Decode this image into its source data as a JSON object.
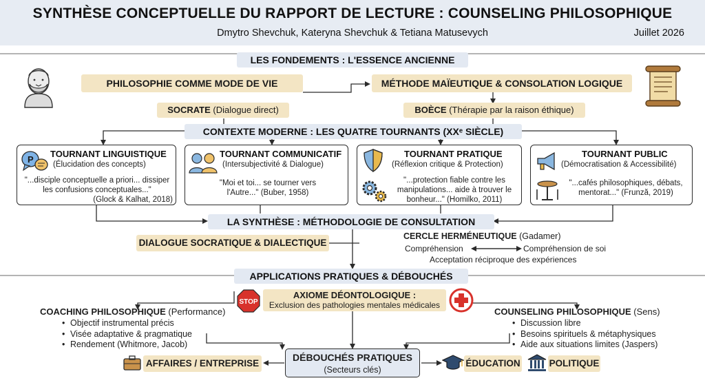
{
  "header": {
    "title": "SYNTHÈSE CONCEPTUELLE DU RAPPORT DE LECTURE : COUNSELING PHILOSOPHIQUE",
    "authors": "Dmytro Shevchuk, Kateryna Shevchuk & Tetiana Matusevych",
    "date": "Juillet 2026"
  },
  "foundations": {
    "heading": "LES FONDEMENTS : L'ESSENCE ANCIENNE",
    "way_of_life": "PHILOSOPHIE COMME MODE DE VIE",
    "maieutic": "MÉTHODE MAÏEUTIQUE & CONSOLATION LOGIQUE",
    "socrates_name": "SOCRATE",
    "socrates_note": " (Dialogue direct)",
    "boethius_name": "BOÈCE",
    "boethius_note": " (Thérapie par la raison éthique)"
  },
  "modern": {
    "heading": "CONTEXTE MODERNE : LES QUATRE TOURNANTS (XXᵉ SIÈCLE)",
    "turns": [
      {
        "title": "TOURNANT LINGUISTIQUE",
        "subtitle": "(Élucidation des concepts)",
        "quote": "\"...disciple conceptuelle a priori... dissiper les confusions conceptuales...\"",
        "cite": "(Glock & Kalhat, 2018)"
      },
      {
        "title": "TOURNANT COMMUNICATIF",
        "subtitle": "(Intersubjectivité & Dialogue)",
        "quote": "\"Moi et toi... se tourner vers l'Autre...\" (Buber, 1958)"
      },
      {
        "title": "TOURNANT PRATIQUE",
        "subtitle": "(Réflexion critique & Protection)",
        "quote": "\"...protection fiable contre les manipulations... aide à trouver le bonheur...\" (Homilko, 2011)"
      },
      {
        "title": "TOURNANT PUBLIC",
        "subtitle": "(Démocratisation & Accessibilité)",
        "quote": "\"...cafés philosophiques, débats, mentorat...\" (Frunză, 2019)"
      }
    ]
  },
  "synthesis": {
    "heading": "LA SYNTHÈSE : MÉTHODOLOGIE DE CONSULTATION",
    "dialogue": "DIALOGUE SOCRATIQUE & DIALECTIQUE",
    "circle_title": "CERCLE HERMÉNEUTIQUE",
    "circle_author": " (Gadamer)",
    "comprehension": "Compréhension",
    "self_comprehension": "Compréhension de soi",
    "acceptance": "Acceptation réciproque des expériences"
  },
  "applications": {
    "heading": "APPLICATIONS PRATIQUES & DÉBOUCHÉS",
    "axiom_title": "AXIOME DÉONTOLOGIQUE :",
    "axiom_text": "Exclusion des pathologies mentales médicales",
    "stop_sign": "STOP",
    "coaching_title": "COACHING PHILOSOPHIQUE",
    "coaching_note": " (Performance)",
    "coaching_items": [
      "Objectif instrumental précis",
      "Visée adaptative & pragmatique",
      "Rendement (Whitmore, Jacob)"
    ],
    "counseling_title": "COUNSELING PHILOSOPHIQUE",
    "counseling_note": " (Sens)",
    "counseling_items": [
      "Discussion libre",
      "Besoins spirituels & métaphysiques",
      "Aide aux situations limites (Jaspers)"
    ],
    "outlets_title": "DÉBOUCHÉS PRATIQUES",
    "outlets_sub": "(Secteurs clés)",
    "business": "AFFAIRES / ENTREPRISE",
    "education": "ÉDUCATION",
    "politics": "POLITIQUE"
  },
  "icons": {
    "bust": "socrates-bust-icon",
    "scroll": "scroll-icon",
    "speech": "speech-bubble-icon",
    "people": "people-dialogue-icon",
    "shield": "shield-icon",
    "gears": "gears-icon",
    "megaphone": "megaphone-icon",
    "cafe": "cafe-table-icon",
    "stop": "stop-sign-icon",
    "cross": "medical-cross-icon",
    "briefcase": "briefcase-icon",
    "graduation": "graduation-cap-icon",
    "building": "government-building-icon"
  },
  "colors": {
    "section_bg": "#e3e9f2",
    "highlight_bg": "#f3e5c4",
    "stop_red": "#d8322b",
    "cross_red": "#d8322b"
  }
}
